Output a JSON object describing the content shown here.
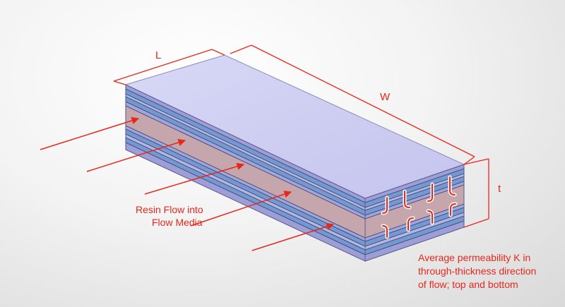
{
  "labels": {
    "length": "L",
    "width": "W",
    "thickness": "t",
    "flow_label_line1": "Resin Flow into",
    "flow_label_line2": "Flow Media",
    "note_line1": "Average permeability K in",
    "note_line2": "through-thickness direction",
    "note_line3": "of flow; top and bottom"
  },
  "colors": {
    "annotation": "#e8271b",
    "top_face": "#cdcdf2",
    "ply_blue": "#6f96cf",
    "ply_lavender": "#9b9bd6",
    "flow_media": "#c4a3aa"
  }
}
